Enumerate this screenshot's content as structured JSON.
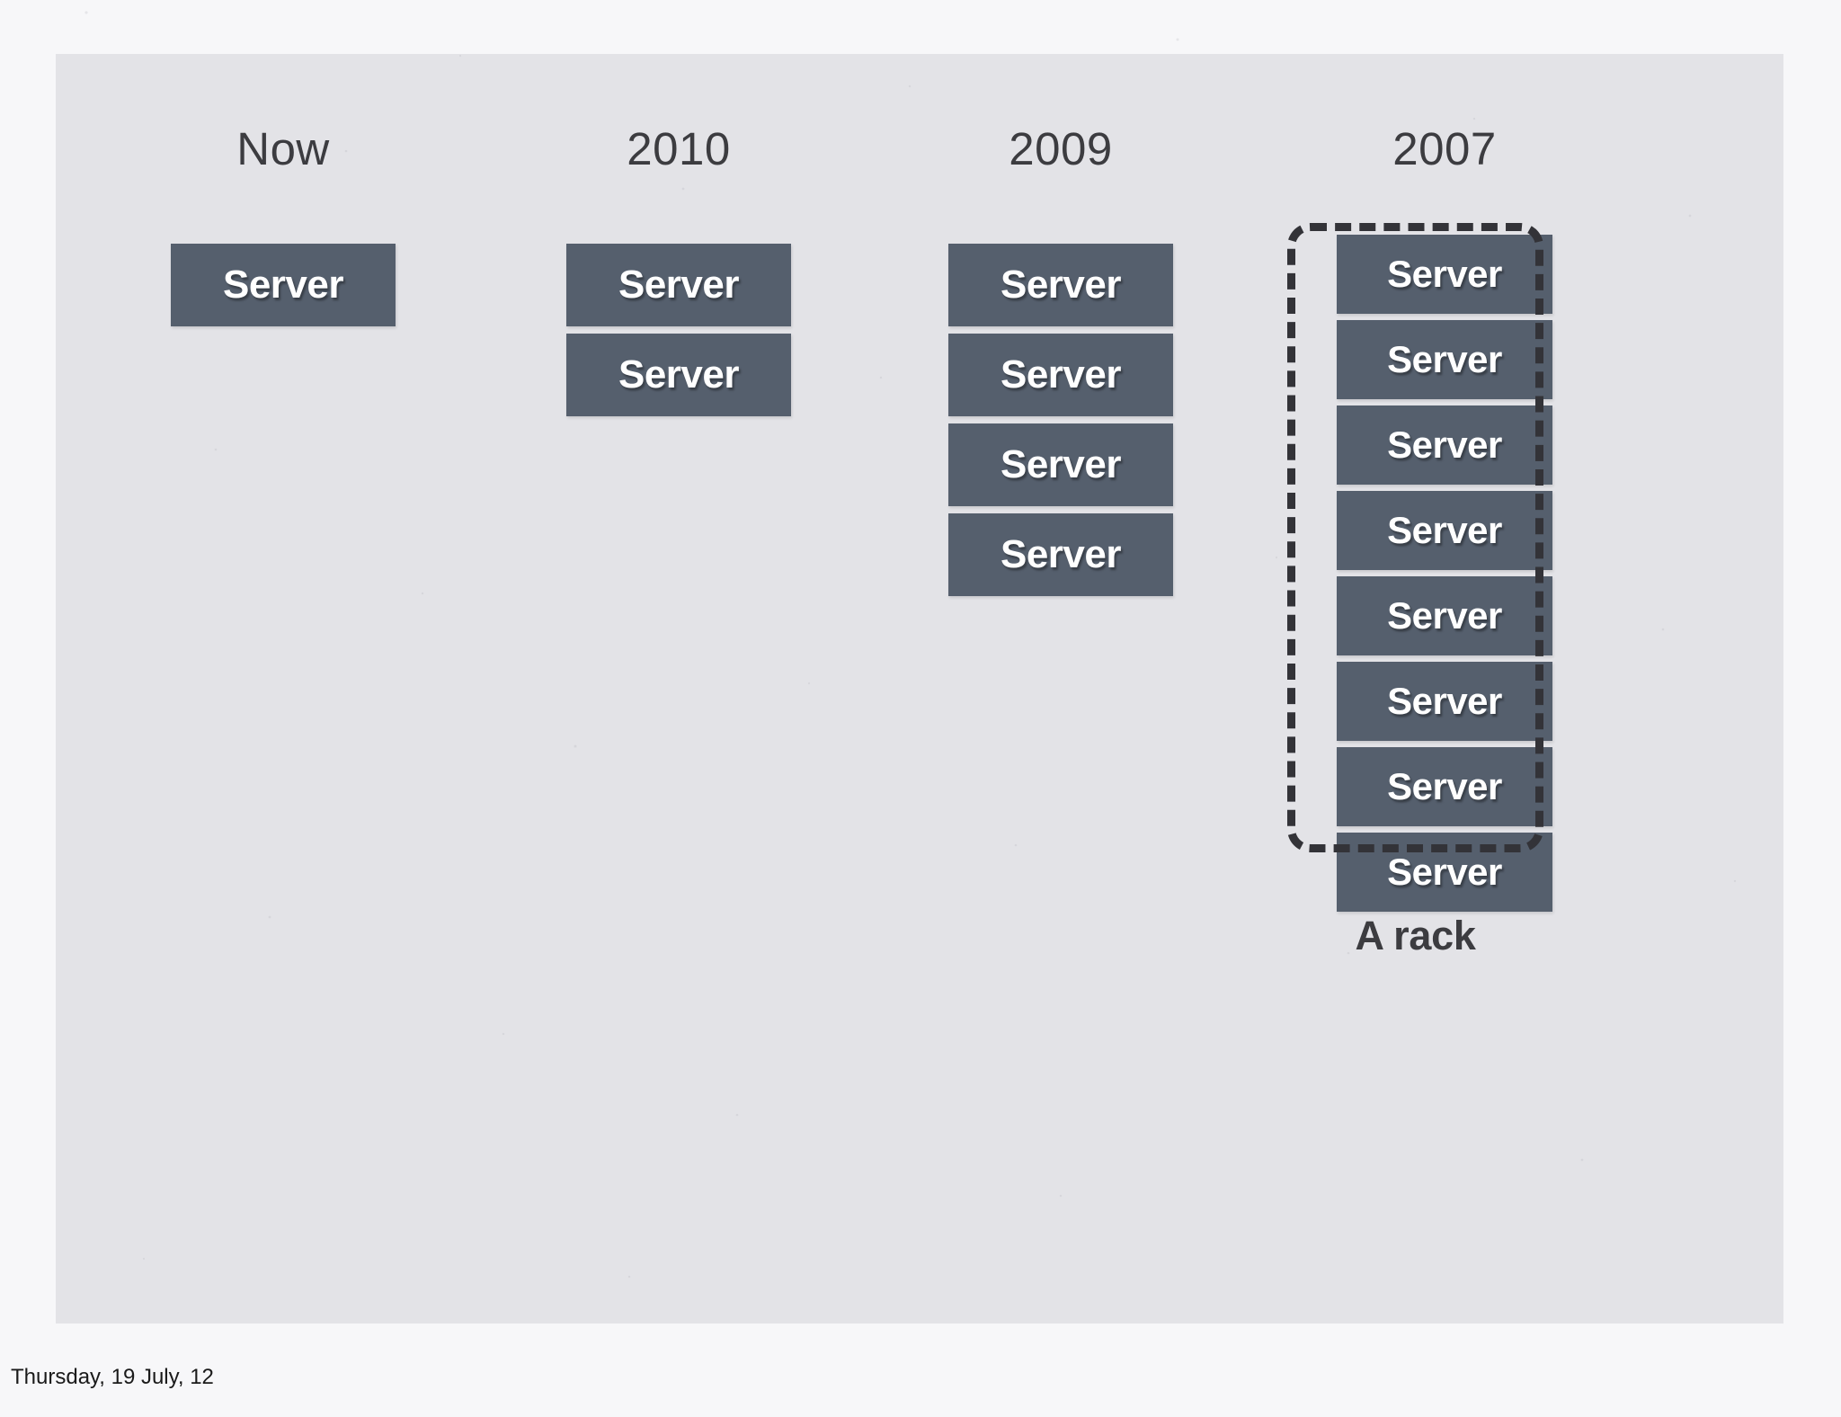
{
  "slide": {
    "background_color": "#e3e3e7",
    "page_background_color": "#f7f7f9",
    "server_box_color": "#555f6d",
    "server_text_color": "#ffffff",
    "header_text_color": "#3c3c40",
    "rack_border_color": "#333338"
  },
  "columns": [
    {
      "id": "now",
      "header": "Now",
      "server_count": 1,
      "servers": [
        {
          "label": "Server"
        }
      ]
    },
    {
      "id": "2010",
      "header": "2010",
      "server_count": 2,
      "servers": [
        {
          "label": "Server"
        },
        {
          "label": "Server"
        }
      ]
    },
    {
      "id": "2009",
      "header": "2009",
      "server_count": 4,
      "servers": [
        {
          "label": "Server"
        },
        {
          "label": "Server"
        },
        {
          "label": "Server"
        },
        {
          "label": "Server"
        }
      ]
    },
    {
      "id": "2007",
      "header": "2007",
      "server_count": 8,
      "servers": [
        {
          "label": "Server"
        },
        {
          "label": "Server"
        },
        {
          "label": "Server"
        },
        {
          "label": "Server"
        },
        {
          "label": "Server"
        },
        {
          "label": "Server"
        },
        {
          "label": "Server"
        },
        {
          "label": "Server"
        }
      ]
    }
  ],
  "rack": {
    "caption": "A rack",
    "encloses_column": "2007"
  },
  "footer": {
    "date": "Thursday, 19 July, 12"
  }
}
